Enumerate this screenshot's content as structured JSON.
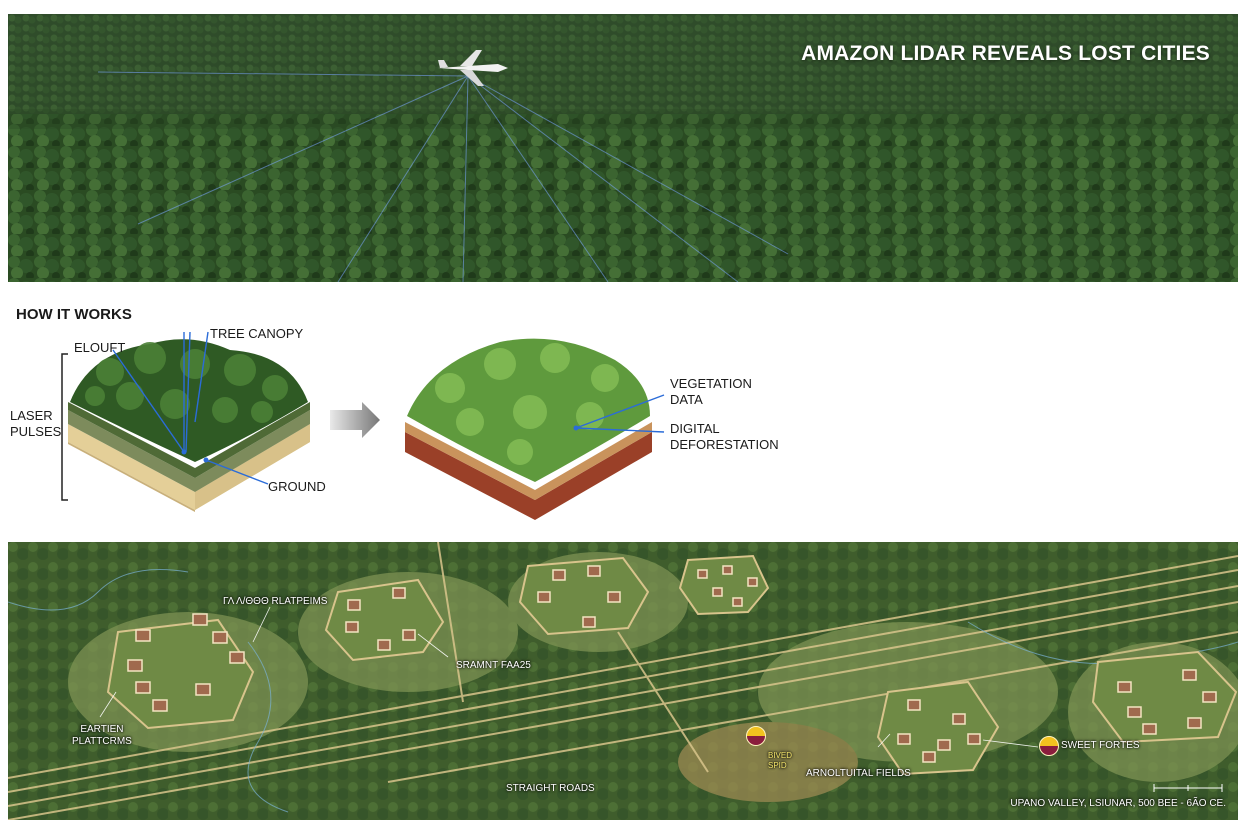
{
  "header": {
    "title": "AMAZON LIDAR REVEALS LOST CITIES"
  },
  "how_it_works": {
    "title": "HOW IT WORKS",
    "left_block": {
      "label_top": "ELOUFT",
      "label_canopy": "TREE CANOPY",
      "label_pulses": "LASER\nPULSES",
      "label_ground": "GROUND"
    },
    "right_block": {
      "label_vegetation": "VEGETATION\nDATA",
      "label_digital": "DIGITAL\nDEFORESTATION"
    }
  },
  "map": {
    "labels": {
      "platforms_top": "ΓΛ Λ/ΘΘΘ RLATPEIMS",
      "earthen": "EARTIEN\nPLATTCRMS",
      "sramnt": "SRAMNT FAA25",
      "roads": "STRAIGHT ROADS",
      "fields": "ARNOLTUITAL FIELDS",
      "sweet": "SWEET FORTES",
      "small_1": "BIVED",
      "small_2": "SPID",
      "footer": "UPANO VALLEY, LSIUNAR, 500 BEE - 6ÃO CE."
    },
    "colors": {
      "badge_top": "#f2c21f",
      "badge_bottom": "#8a1d3d"
    }
  }
}
